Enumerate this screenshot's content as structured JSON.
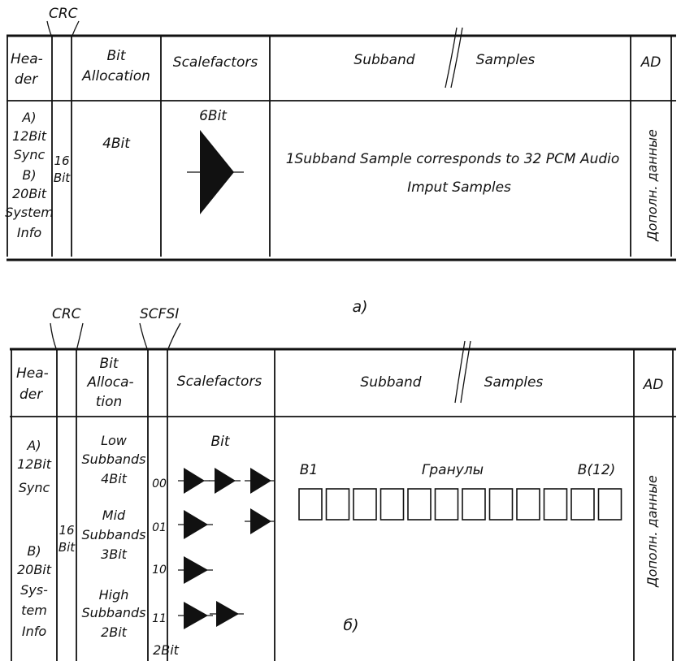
{
  "diagram_a": {
    "crc_label": "CRC",
    "header": {
      "line1": "Hea-",
      "line2": "der"
    },
    "bit_allocation": {
      "line1": "Bit",
      "line2": "Allocation"
    },
    "scalefactors": "Scalefactors",
    "subband": "Subband",
    "samples": "Samples",
    "ad": "AD",
    "header_info": [
      "A)",
      "12Bit",
      "Sync",
      "B)",
      "20Bit",
      "System",
      "Info"
    ],
    "crc_bits": [
      "16",
      "Bit"
    ],
    "alloc_bits": "4Bit",
    "scf_bits": "6Bit",
    "sample_note": {
      "line1": "1Subband Sample corresponds to 32 PCM Audio",
      "line2": "Imput Samples"
    },
    "ancillary": "Дополн. данные",
    "caption": "а)"
  },
  "diagram_b": {
    "crc_label": "CRC",
    "scfsi_label": "SCFSI",
    "header": {
      "line1": "Hea-",
      "line2": "der"
    },
    "bit_allocation": {
      "line1": "Bit",
      "line2": "Alloca-",
      "line3": "tion"
    },
    "scalefactors": "Scalefactors",
    "subband": "Subband",
    "samples": "Samples",
    "ad": "AD",
    "header_info": {
      "a": [
        "A)",
        "12Bit",
        "Sync"
      ],
      "b": [
        "B)",
        "20Bit",
        "Sys-",
        "tem",
        "Info"
      ]
    },
    "crc_bits": [
      "16",
      "Bit"
    ],
    "allocation_groups": [
      {
        "line1": "Low",
        "line2": "Subbands",
        "line3": "4Bit"
      },
      {
        "line1": "Mid",
        "line2": "Subbands",
        "line3": "3Bit"
      },
      {
        "line1": "High",
        "line2": "Subbands",
        "line3": "2Bit"
      }
    ],
    "scfsi_codes": [
      "00",
      "01",
      "10",
      "11"
    ],
    "scf_header": "Bit",
    "granule_start": "B1",
    "granules_label": "Гранулы",
    "granule_end": "B(12)",
    "ancillary": "Дополн. данные",
    "scfsi_bits": "2Bit",
    "caption": "б)"
  }
}
